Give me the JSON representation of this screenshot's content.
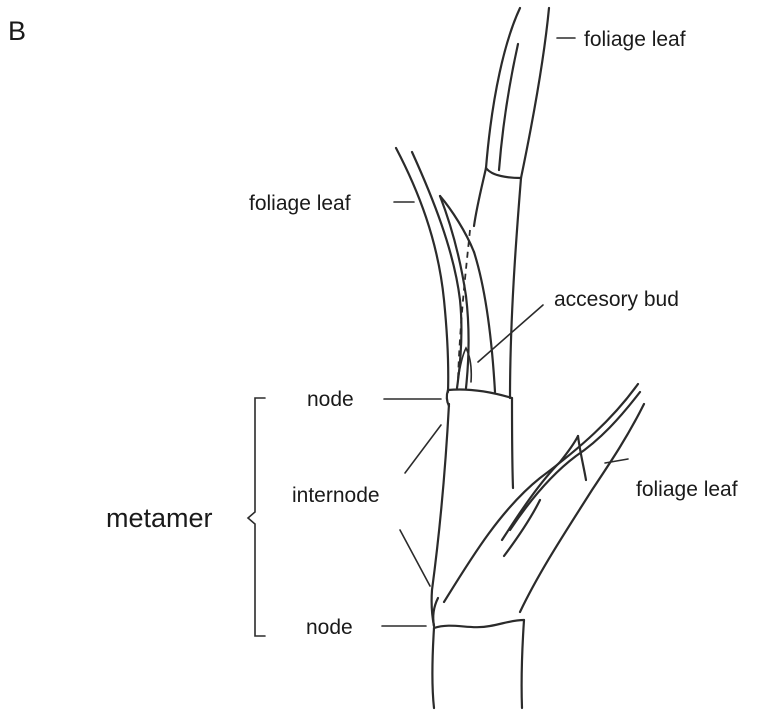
{
  "panel_label": "B",
  "labels": {
    "foliage_leaf_top": "foliage leaf",
    "foliage_leaf_mid": "foliage leaf",
    "foliage_leaf_right": "foliage leaf",
    "accessory_bud": "accesory bud",
    "node_upper": "node",
    "internode": "internode",
    "node_lower": "node",
    "metamer": "metamer"
  }
}
